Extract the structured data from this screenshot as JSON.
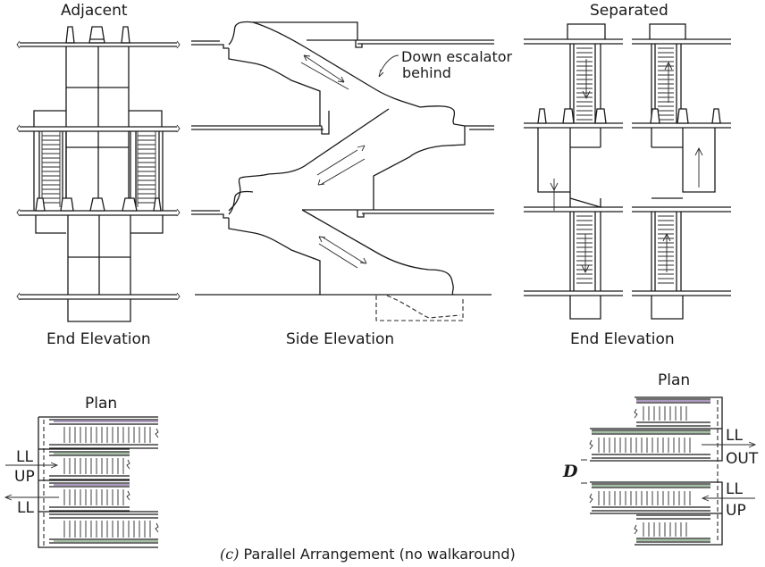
{
  "figure": {
    "caption_prefix": "(c)",
    "caption_title": "Parallel Arrangement",
    "caption_note": "(no walkaround)"
  },
  "adjacent": {
    "title": "Adjacent",
    "subtitle": "End Elevation"
  },
  "side": {
    "subtitle": "Side Elevation",
    "annotation_line1": "Down escalator",
    "annotation_line2": "behind"
  },
  "separated": {
    "title": "Separated",
    "subtitle": "End Elevation"
  },
  "plan_left": {
    "title": "Plan",
    "labels": [
      "LL",
      "UP",
      "LL"
    ]
  },
  "plan_right": {
    "title": "Plan",
    "labels": [
      "LL",
      "OUT",
      "LL",
      "UP"
    ],
    "dimension": "D"
  }
}
